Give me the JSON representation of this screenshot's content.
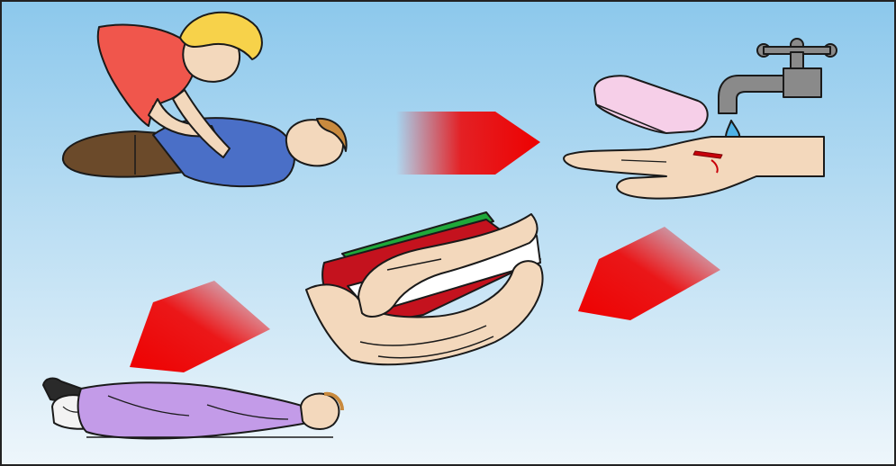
{
  "diagram": {
    "kind": "first-aid-sequence",
    "steps": [
      {
        "name": "rescuer-pressing-on-victim",
        "order": 1
      },
      {
        "name": "wash-wound-with-soap-and-water",
        "order": 2
      },
      {
        "name": "compress-wound-with-dressing",
        "order": 3
      },
      {
        "name": "cover-victim-with-blanket",
        "order": 4
      }
    ],
    "connectors": [
      "arrow-right",
      "arrow-left-down",
      "arrow-left-down"
    ],
    "colors": {
      "bg_top": "#8cc8ec",
      "bg_bottom": "#eef6fb",
      "arrow": "#ee0000",
      "skin": "#f3d8bc",
      "soap": "#f6cfe8",
      "faucet": "#8a8a8a",
      "water": "#4fb3e8",
      "blood": "#c8000a",
      "dressing_red": "#c4121e",
      "dressing_green": "#1fa83a",
      "blanket": "#c39be8",
      "rescuer_shirt": "#f0564c",
      "rescuer_hair": "#f7d24a",
      "victim_shirt": "#4a6fc7",
      "victim_trousers": "#6b4a2a",
      "victim_hair": "#c98a3e"
    }
  }
}
